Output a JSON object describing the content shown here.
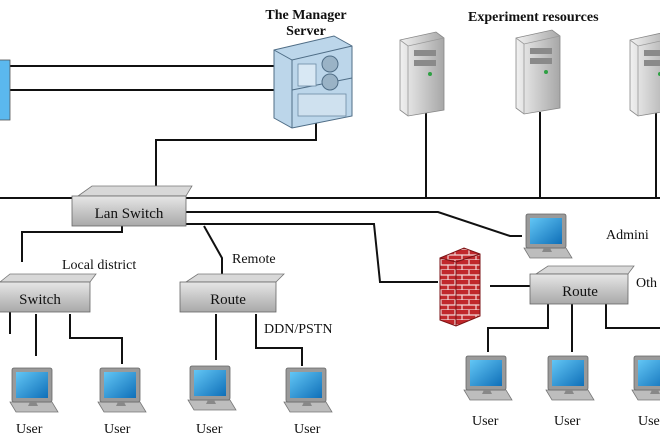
{
  "labels": {
    "manager_server": "The Manager\nServer",
    "experiment_resources": "Experiment resources",
    "lan_switch": "Lan Switch",
    "local_district": "Local district",
    "remote": "Remote",
    "switch": "Switch",
    "route_remote": "Route",
    "ddn_pstn": "DDN/PSTN",
    "route_right": "Route",
    "admin_partial": "Admini",
    "other_partial": "Oth",
    "user": "User"
  },
  "users": [
    "User",
    "User",
    "User",
    "User",
    "User",
    "User",
    "User"
  ],
  "colors": {
    "line": "#111111",
    "device_top": "#c9c9c9",
    "device_side": "#7d7d7d",
    "monitor_screen": "#1e8fd6",
    "firewall": "#c0282c",
    "server_body": "#cfcfcf"
  }
}
